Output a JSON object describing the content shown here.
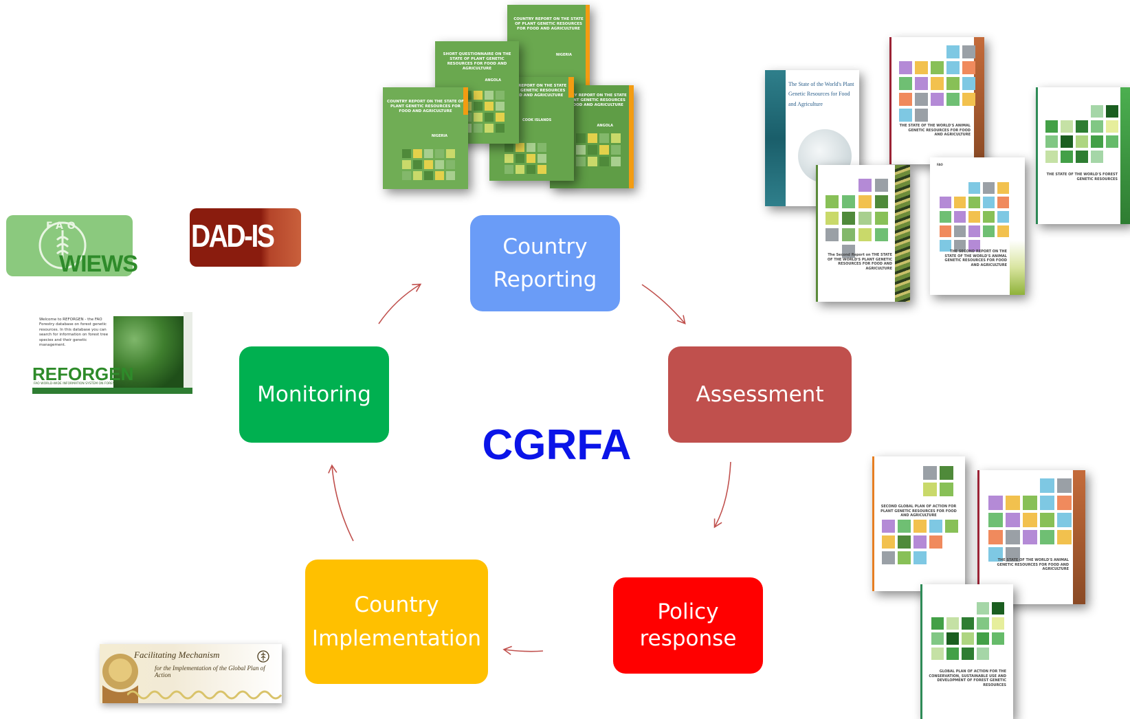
{
  "center": {
    "title": "CGRFA"
  },
  "nodes": {
    "country_reporting": {
      "line1": "Country",
      "line2": "Reporting",
      "color": "#6a9cf7"
    },
    "assessment": {
      "label": "Assessment",
      "color": "#c0504d"
    },
    "policy_response": {
      "line1": "Policy",
      "line2": "response",
      "color": "#ff0000"
    },
    "country_implementation": {
      "line1": "Country",
      "line2": "Implementation",
      "color": "#ffc000"
    },
    "monitoring": {
      "label": "Monitoring",
      "color": "#00b050"
    }
  },
  "arrow_color": "#c0504d",
  "logos": {
    "wiews": {
      "text": "WIEWS",
      "fao": "FAO"
    },
    "dadis": {
      "text": "DAD-IS"
    },
    "reforgen": {
      "text": "REFORGEN",
      "quote": "Welcome to REFORGEN - the FAO Forestry database on forest genetic resources. In this database you can search for information on forest tree species and their genetic management.",
      "subtitle": "FAO WORLD-WIDE INFORMATION SYSTEM ON FOREST GENETIC RESOURCES"
    },
    "facilitating": {
      "line1": "Facilitating Mechanism",
      "line2": "for the Implementation of the Global Plan of Action"
    }
  },
  "country_reports": [
    {
      "title": "COUNTRY REPORT ON THE STATE OF PLANT GENETIC RESOURCES FOR FOOD AND AGRICULTURE",
      "country": "NIGERIA"
    },
    {
      "title": "SHORT QUESTIONNAIRE ON THE STATE OF PLANT GENETIC RESOURCES FOR FOOD AND AGRICULTURE",
      "country": "ANGOLA"
    },
    {
      "title": "COUNTRY REPORT ON THE STATE OF PLANT GENETIC RESOURCES FOR FOOD AND AGRICULTURE",
      "country": "NIGERIA"
    },
    {
      "title": "COUNTRY REPORT ON THE STATE OF PLANT GENETIC RESOURCES FOR FOOD AND AGRICULTURE",
      "country": "COOK ISLANDS"
    },
    {
      "title": "COUNTRY REPORT ON THE STATE OF PLANT GENETIC RESOURCES FOR FOOD AND AGRICULTURE",
      "country": "ANGOLA"
    }
  ],
  "assessment_reports": [
    {
      "title": "The State of the World's Plant Genetic Resources for Food and Agriculture"
    },
    {
      "title": "THE STATE OF THE WORLD'S ANIMAL GENETIC RESOURCES FOR FOOD AND AGRICULTURE"
    },
    {
      "title": "THE STATE OF THE WORLD'S FOREST GENETIC RESOURCES"
    },
    {
      "title": "The Second Report on THE STATE OF THE WORLD'S PLANT GENETIC RESOURCES FOR FOOD AND AGRICULTURE"
    },
    {
      "title": "THE SECOND REPORT ON THE STATE OF THE WORLD'S ANIMAL GENETIC RESOURCES FOR FOOD AND AGRICULTURE"
    }
  ],
  "policy_reports": [
    {
      "title": "SECOND GLOBAL PLAN OF ACTION FOR PLANT GENETIC RESOURCES FOR FOOD AND AGRICULTURE"
    },
    {
      "title": "THE STATE OF THE WORLD'S ANIMAL GENETIC RESOURCES FOR FOOD AND AGRICULTURE"
    },
    {
      "title": "GLOBAL PLAN OF ACTION FOR THE CONSERVATION, SUSTAINABLE USE AND DEVELOPMENT OF FOREST GENETIC RESOURCES"
    }
  ]
}
